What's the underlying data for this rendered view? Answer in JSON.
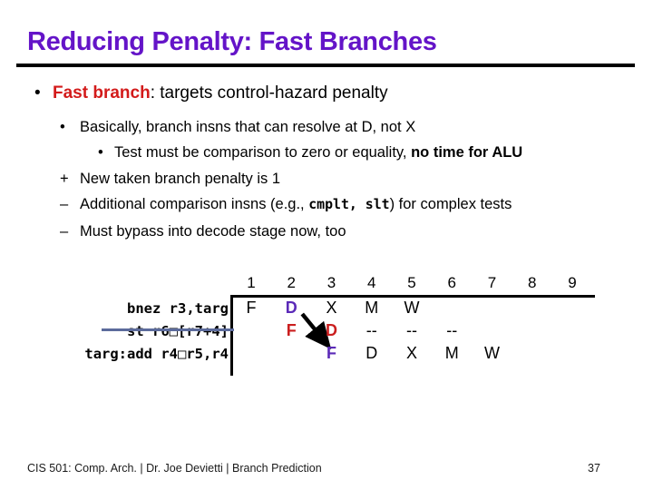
{
  "slide": {
    "title": "Reducing Penalty: Fast Branches",
    "footer": {
      "course_line": "CIS 501: Comp. Arch.  |  Dr. Joe Devietti  |  Branch Prediction",
      "page_number": "37"
    }
  },
  "bullets": [
    {
      "level": 1,
      "marker": "•",
      "segments": [
        {
          "text": "Fast branch",
          "style": "bold-red"
        },
        {
          "text": ": targets control-hazard penalty",
          "style": "plain"
        }
      ]
    },
    {
      "level": 2,
      "marker": "•",
      "segments": [
        {
          "text": "Basically, branch insns that can resolve at D, not X",
          "style": "plain"
        }
      ]
    },
    {
      "level": 3,
      "marker": "•",
      "segments": [
        {
          "text": "Test must be comparison to zero or equality, ",
          "style": "plain"
        },
        {
          "text": "no time for ALU",
          "style": "bold"
        }
      ]
    },
    {
      "level": 2,
      "marker": "+",
      "segments": [
        {
          "text": "New taken branch penalty is 1",
          "style": "plain"
        }
      ]
    },
    {
      "level": 2,
      "marker": "–",
      "segments": [
        {
          "text": "Additional comparison insns (e.g., ",
          "style": "plain"
        },
        {
          "text": "cmplt, slt",
          "style": "mono"
        },
        {
          "text": ") for complex tests",
          "style": "plain"
        }
      ]
    },
    {
      "level": 2,
      "marker": "–",
      "segments": [
        {
          "text": "Must bypass into decode stage now, too",
          "style": "plain"
        }
      ]
    }
  ],
  "pipeline": {
    "cycles": [
      "1",
      "2",
      "3",
      "4",
      "5",
      "6",
      "7",
      "8",
      "9"
    ],
    "instructions": [
      {
        "label": "bnez r3,targ",
        "strikethrough": false,
        "stages": [
          {
            "cycle": 1,
            "text": "F",
            "color": "black"
          },
          {
            "cycle": 2,
            "text": "D",
            "color": "purple"
          },
          {
            "cycle": 3,
            "text": "X",
            "color": "black"
          },
          {
            "cycle": 4,
            "text": "M",
            "color": "black"
          },
          {
            "cycle": 5,
            "text": "W",
            "color": "black"
          }
        ]
      },
      {
        "label": "st r6□[r7+4]",
        "strikethrough": true,
        "stages": [
          {
            "cycle": 2,
            "text": "F",
            "color": "red"
          },
          {
            "cycle": 3,
            "text": "D",
            "color": "red"
          },
          {
            "cycle": 4,
            "text": "--",
            "color": "black"
          },
          {
            "cycle": 5,
            "text": "--",
            "color": "black"
          },
          {
            "cycle": 6,
            "text": "--",
            "color": "black"
          }
        ]
      },
      {
        "label": "targ:add r4□r5,r4",
        "strikethrough": false,
        "stages": [
          {
            "cycle": 3,
            "text": "F",
            "color": "purple"
          },
          {
            "cycle": 4,
            "text": "D",
            "color": "black"
          },
          {
            "cycle": 5,
            "text": "X",
            "color": "black"
          },
          {
            "cycle": 6,
            "text": "M",
            "color": "black"
          },
          {
            "cycle": 7,
            "text": "W",
            "color": "black"
          }
        ]
      }
    ],
    "arrow": {
      "from_cycle": 2,
      "from_row": 0,
      "to_cycle": 3,
      "to_row": 2
    }
  },
  "colors": {
    "title": "#6414C8",
    "accent_red": "#D31B1B",
    "stage_purple": "#5B2AB8",
    "stage_red": "#CB1F1F",
    "strike_line": "#5C6B9C",
    "text": "#000000",
    "background": "#FFFFFF"
  }
}
